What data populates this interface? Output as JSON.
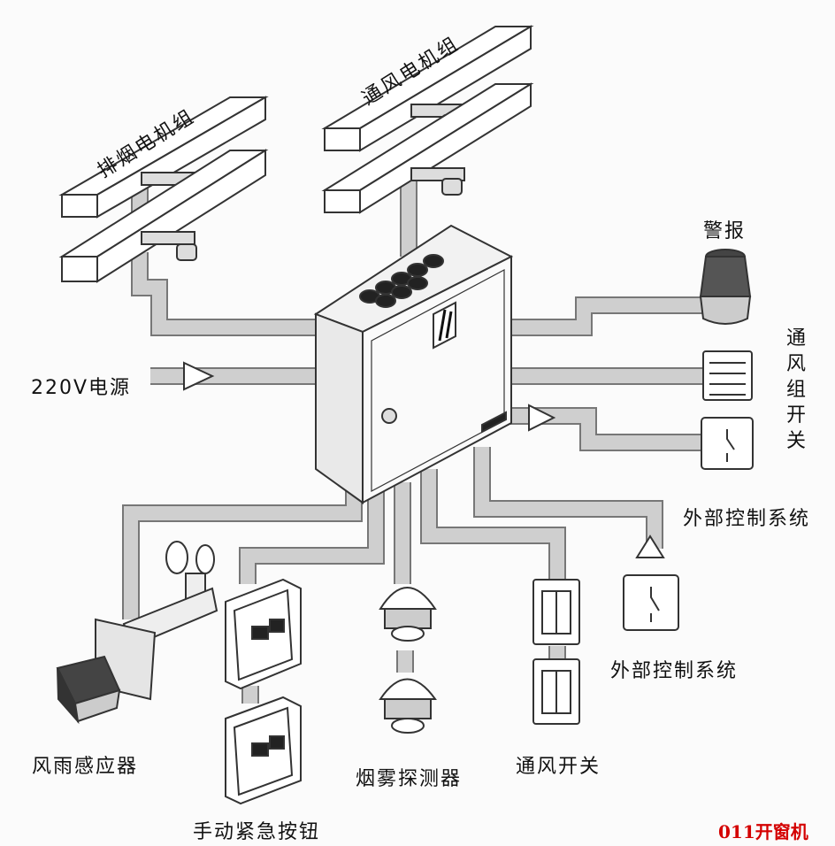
{
  "labels": {
    "smoke_motors": "排烟电机组",
    "vent_motors": "通风电机组",
    "alarm": "警报",
    "power": "220V电源",
    "vent_group_switch": "通风组开关",
    "external_control_1": "外部控制系统",
    "external_control_2": "外部控制系统",
    "wind_rain_sensor": "风雨感应器",
    "smoke_detector": "烟雾探测器",
    "vent_switch": "通风开关",
    "manual_button": "手动紧急按钮"
  },
  "watermark": "011开窗机",
  "colors": {
    "cable": "#cfcfcf",
    "cable_edge": "#777777",
    "line": "#333333",
    "watermark": "#d40000"
  }
}
